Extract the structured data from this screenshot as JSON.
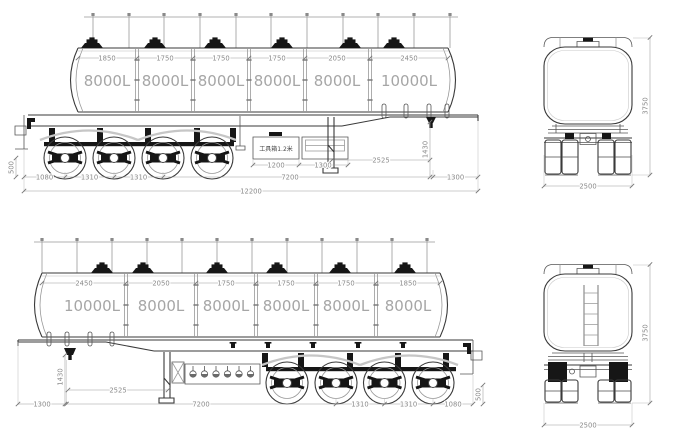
{
  "side_top": {
    "compartment_dims": [
      "1850",
      "1750",
      "1750",
      "1750",
      "2050",
      "2450"
    ],
    "volumes": [
      "8000L",
      "8000L",
      "8000L",
      "8000L",
      "8000L",
      "10000L"
    ],
    "toolbox_label": "工具箱1.2米",
    "dim_1200": "1200",
    "dim_1300_toolbox": "1300",
    "dim_2525": "2525",
    "dim_500": "500",
    "dim_1430": "1430",
    "dims_bottom": [
      "1080",
      "1310",
      "1310",
      "7200",
      "1300"
    ],
    "dim_total": "12200"
  },
  "side_bottom": {
    "compartment_dims": [
      "2450",
      "2050",
      "1750",
      "1750",
      "1750",
      "1850"
    ],
    "volumes": [
      "10000L",
      "8000L",
      "8000L",
      "8000L",
      "8000L",
      "8000L"
    ],
    "dim_2525": "2525",
    "dim_1430": "1430",
    "dim_500": "500",
    "dims_bottom": [
      "1300",
      "7200",
      "1310",
      "1310",
      "1080"
    ]
  },
  "end_top": {
    "dim_height": "3750",
    "dim_width": "2500"
  },
  "end_bottom": {
    "dim_height": "3750",
    "dim_width": "2500"
  },
  "colors": {
    "line": "#3a3a3a",
    "dim_text": "#8a8a8a",
    "volume_text": "#a6a6a6",
    "light_line": "#c6c6c6"
  }
}
